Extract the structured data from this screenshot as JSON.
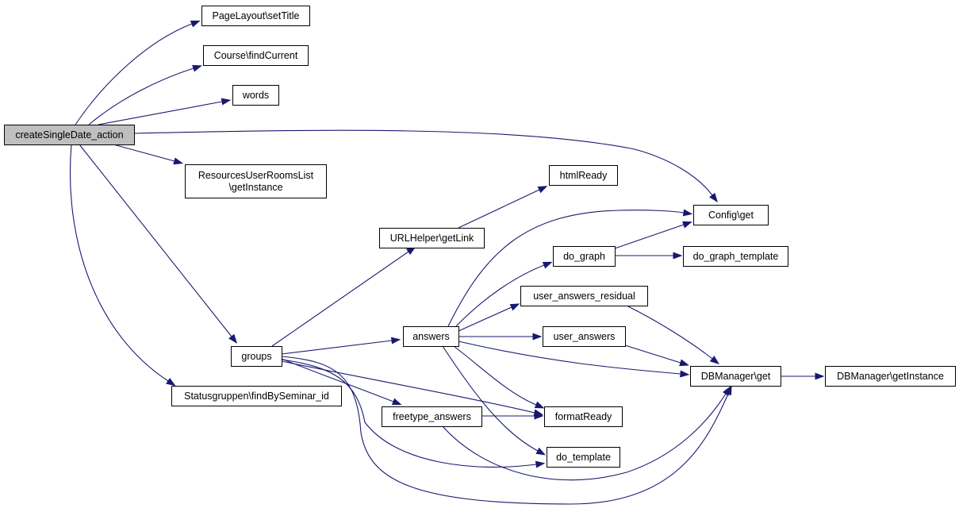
{
  "graph": {
    "nodes": [
      {
        "id": "root",
        "lines": [
          "createSingleDate_action"
        ],
        "root": true
      },
      {
        "id": "setTitle",
        "lines": [
          "PageLayout\\setTitle"
        ]
      },
      {
        "id": "findCurrent",
        "lines": [
          "Course\\findCurrent"
        ]
      },
      {
        "id": "words",
        "lines": [
          "words"
        ]
      },
      {
        "id": "resGetInstance",
        "lines": [
          "ResourcesUserRoomsList",
          "\\getInstance"
        ]
      },
      {
        "id": "groups",
        "lines": [
          "groups"
        ]
      },
      {
        "id": "findBySeminar",
        "lines": [
          "Statusgruppen\\findBySeminar_id"
        ]
      },
      {
        "id": "htmlReady",
        "lines": [
          "htmlReady"
        ]
      },
      {
        "id": "getLink",
        "lines": [
          "URLHelper\\getLink"
        ]
      },
      {
        "id": "configGet",
        "lines": [
          "Config\\get"
        ]
      },
      {
        "id": "doGraph",
        "lines": [
          "do_graph"
        ]
      },
      {
        "id": "doGraphTemplate",
        "lines": [
          "do_graph_template"
        ]
      },
      {
        "id": "uaResidual",
        "lines": [
          "user_answers_residual"
        ]
      },
      {
        "id": "answers",
        "lines": [
          "answers"
        ]
      },
      {
        "id": "userAnswers",
        "lines": [
          "user_answers"
        ]
      },
      {
        "id": "dbGet",
        "lines": [
          "DBManager\\get"
        ]
      },
      {
        "id": "dbGetInstance",
        "lines": [
          "DBManager\\getInstance"
        ]
      },
      {
        "id": "freetype",
        "lines": [
          "freetype_answers"
        ]
      },
      {
        "id": "formatReady",
        "lines": [
          "formatReady"
        ]
      },
      {
        "id": "doTemplate",
        "lines": [
          "do_template"
        ]
      }
    ],
    "edges": [
      {
        "from": "root",
        "to": "setTitle"
      },
      {
        "from": "root",
        "to": "findCurrent"
      },
      {
        "from": "root",
        "to": "words"
      },
      {
        "from": "root",
        "to": "configGet"
      },
      {
        "from": "root",
        "to": "resGetInstance"
      },
      {
        "from": "root",
        "to": "groups"
      },
      {
        "from": "root",
        "to": "findBySeminar"
      },
      {
        "from": "getLink",
        "to": "htmlReady"
      },
      {
        "from": "groups",
        "to": "getLink"
      },
      {
        "from": "groups",
        "to": "answers"
      },
      {
        "from": "groups",
        "to": "freetype"
      },
      {
        "from": "groups",
        "to": "formatReady"
      },
      {
        "from": "groups",
        "to": "doTemplate"
      },
      {
        "from": "groups",
        "to": "dbGet"
      },
      {
        "from": "answers",
        "to": "configGet"
      },
      {
        "from": "answers",
        "to": "doGraph"
      },
      {
        "from": "answers",
        "to": "uaResidual"
      },
      {
        "from": "answers",
        "to": "userAnswers"
      },
      {
        "from": "answers",
        "to": "dbGet"
      },
      {
        "from": "answers",
        "to": "formatReady"
      },
      {
        "from": "answers",
        "to": "doTemplate"
      },
      {
        "from": "doGraph",
        "to": "configGet"
      },
      {
        "from": "doGraph",
        "to": "doGraphTemplate"
      },
      {
        "from": "uaResidual",
        "to": "dbGet"
      },
      {
        "from": "userAnswers",
        "to": "dbGet"
      },
      {
        "from": "dbGet",
        "to": "dbGetInstance"
      },
      {
        "from": "freetype",
        "to": "formatReady"
      },
      {
        "from": "freetype",
        "to": "dbGet"
      }
    ]
  },
  "colors": {
    "edge": "#191970",
    "node_border": "#000000",
    "node_fill": "#ffffff",
    "root_fill": "#bfbfbf"
  }
}
